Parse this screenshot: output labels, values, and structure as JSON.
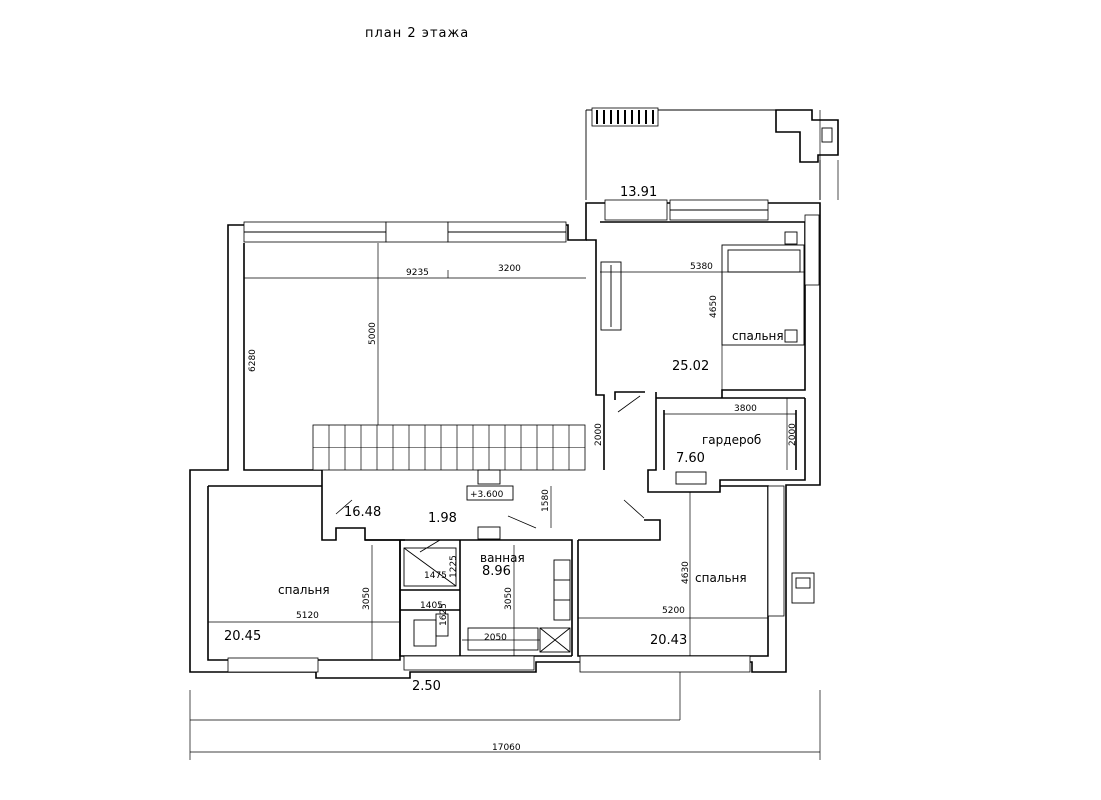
{
  "title": "план 2 этажа",
  "rooms": {
    "bedroom_label": "спальня",
    "wardrobe_label": "гардероб",
    "bath_label": "ванная"
  },
  "areas": {
    "terrace": "13.91",
    "bedroom_ne": "25.02",
    "wardrobe": "7.60",
    "hall": "16.48",
    "bath_small": "1.98",
    "bath": "8.96",
    "bedroom_w": "20.45",
    "bedroom_e": "20.43",
    "wc": "2.50"
  },
  "level_mark": "+3.600",
  "dimensions": {
    "d9235": "9235",
    "d3200": "3200",
    "d5380": "5380",
    "d4650": "4650",
    "d6280": "6280",
    "d5000": "5000",
    "d3800": "3800",
    "d2000a": "2000",
    "d2000b": "2000",
    "d1580": "1580",
    "d1225": "1225",
    "d1475": "1475",
    "d1405": "1405",
    "d1625": "1625",
    "d3050a": "3050",
    "d3050b": "3050",
    "d2050": "2050",
    "d5120": "5120",
    "d5200": "5200",
    "d4630": "4630",
    "d17060": "17060"
  }
}
